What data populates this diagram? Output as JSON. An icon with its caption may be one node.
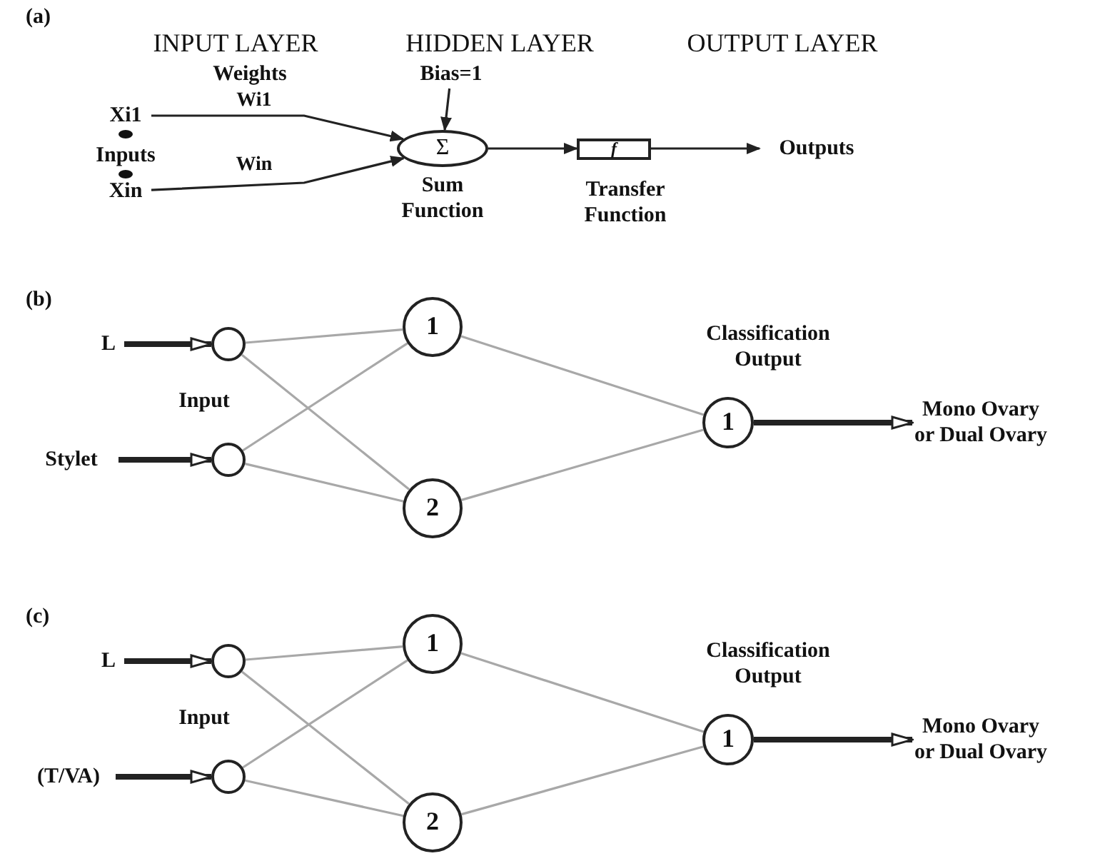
{
  "diagram": {
    "nodes": [
      {
        "text": [
          "Xi1"
        ]
      },
      {
        "text": [
          "Xin"
        ]
      },
      {
        "text": [
          "Σ"
        ],
        "beside": [
          "Sum Function"
        ]
      },
      {
        "text": [
          "f"
        ],
        "beside": [
          "Transfer Function"
        ]
      },
      {
        "text": [
          "Outputs"
        ]
      },
      {
        "text": [
          "Bias=1"
        ]
      },
      {
        "text": [
          "L"
        ]
      },
      {
        "text": [
          "Stylet"
        ]
      },
      {
        "text": [],
        "shape": "circle"
      },
      {
        "text": [],
        "shape": "circle"
      },
      {
        "text": [
          "1"
        ]
      },
      {
        "text": [
          "2"
        ]
      },
      {
        "text": [
          "1"
        ]
      },
      {
        "text": [
          "Mono Ovary or Dual Ovary"
        ]
      },
      {
        "text": [
          "L"
        ]
      },
      {
        "text": [
          "(T/VA)"
        ]
      },
      {
        "text": [],
        "shape": "circle"
      },
      {
        "text": [],
        "shape": "circle"
      },
      {
        "text": [
          "1"
        ]
      },
      {
        "text": [
          "2"
        ]
      },
      {
        "text": [
          "1"
        ]
      },
      {
        "text": [
          "Mono Ovary or Dual Ovary"
        ]
      }
    ],
    "edges": [
      {
        "from": 0,
        "to": 2,
        "arrow": "to",
        "label": "Wi1",
        "color": "#222222"
      },
      {
        "from": 1,
        "to": 2,
        "arrow": "to",
        "label": "Win",
        "color": "#222222"
      },
      {
        "from": 5,
        "to": 2,
        "arrow": "to",
        "color": "#222222"
      },
      {
        "from": 2,
        "to": 3,
        "arrow": "to",
        "color": "#222222"
      },
      {
        "from": 3,
        "to": 4,
        "arrow": "to",
        "color": "#222222"
      },
      {
        "from": 6,
        "to": 8,
        "arrow": "to",
        "style": "thick",
        "color": "#222222"
      },
      {
        "from": 7,
        "to": 9,
        "arrow": "to",
        "style": "thick",
        "color": "#222222"
      },
      {
        "from": 8,
        "to": 10,
        "arrow": "none"
      },
      {
        "from": 8,
        "to": 11,
        "arrow": "none"
      },
      {
        "from": 9,
        "to": 10,
        "arrow": "none"
      },
      {
        "from": 9,
        "to": 11,
        "arrow": "none"
      },
      {
        "from": 10,
        "to": 12,
        "arrow": "none"
      },
      {
        "from": 11,
        "to": 12,
        "arrow": "none"
      },
      {
        "from": 12,
        "to": 13,
        "arrow": "to",
        "style": "thick",
        "color": "#222222"
      },
      {
        "from": 14,
        "to": 16,
        "arrow": "to",
        "style": "thick",
        "color": "#222222"
      },
      {
        "from": 15,
        "to": 17,
        "arrow": "to",
        "style": "thick",
        "color": "#222222"
      },
      {
        "from": 16,
        "to": 18,
        "arrow": "none"
      },
      {
        "from": 16,
        "to": 19,
        "arrow": "none"
      },
      {
        "from": 17,
        "to": 18,
        "arrow": "none"
      },
      {
        "from": 17,
        "to": 19,
        "arrow": "none"
      },
      {
        "from": 18,
        "to": 20,
        "arrow": "none"
      },
      {
        "from": 19,
        "to": 20,
        "arrow": "none"
      },
      {
        "from": 20,
        "to": 21,
        "arrow": "to",
        "style": "thick",
        "color": "#222222"
      }
    ],
    "labels": [
      "(a)",
      "INPUT LAYER",
      "HIDDEN LAYER",
      "OUTPUT LAYER",
      "Weights",
      "Inputs",
      "(b)",
      "Input",
      "Classification Output",
      "(c)",
      "Input",
      "Classification Output"
    ]
  }
}
